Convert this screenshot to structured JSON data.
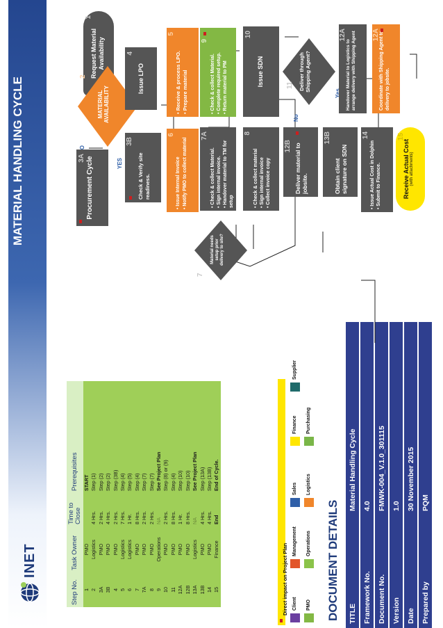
{
  "header": {
    "title": "MATERIAL HANDLING CYCLE"
  },
  "logo": {
    "text": "INET"
  },
  "table": {
    "headers": [
      "Step No.",
      "Task Owner",
      "Time to Close",
      "Prerequisites"
    ],
    "rows": [
      [
        "1",
        "PMO",
        "",
        "START"
      ],
      [
        "2",
        "Logistics",
        "4 Hrs.",
        "Step (1)"
      ],
      [
        "3A",
        "PMO",
        "2 Hrs.",
        "Step (2)"
      ],
      [
        "3B",
        "PMO",
        "4 Hrs.",
        "Step (2)"
      ],
      [
        "4",
        "PMO",
        "2 Hrs.",
        "Step (3B)"
      ],
      [
        "5",
        "Logistics",
        "7 Hrs.",
        "Step (4)"
      ],
      [
        "6",
        "Logistics",
        "1 Hr.",
        "Step (5)"
      ],
      [
        "7",
        "PMO",
        "8 Hrs.",
        "Step (4)"
      ],
      [
        "7A",
        "PMO",
        "2 Hrs.",
        "Step (7)"
      ],
      [
        "8",
        "PMO",
        "2 Hrs.",
        "Step (7)"
      ],
      [
        "9",
        "Operations",
        "NA",
        "See Project Plan"
      ],
      [
        "10",
        "PMO",
        "2 Hrs.",
        "Step (8) or (9)"
      ],
      [
        "11",
        "PMO",
        "8 Hrs.",
        "Step (4)"
      ],
      [
        "12A",
        "PMO",
        "1 Hr.",
        "Step (10)"
      ],
      [
        "12B",
        "PMO",
        "8 Hrs.",
        "Step (10)"
      ],
      [
        "13A",
        "Logistics",
        "NA",
        "See Project Plan"
      ],
      [
        "13B",
        "PMO",
        "4 Hrs.",
        "Step (13A)"
      ],
      [
        "14",
        "PMO",
        "4 Hrs.",
        "Step (13B)"
      ],
      [
        "15",
        "Finance",
        "End",
        "End of Cycle."
      ]
    ]
  },
  "legend": {
    "title": "Direct impact on Project Plan",
    "items": [
      {
        "label": "Client",
        "color": "#6b3fa0"
      },
      {
        "label": "PMO",
        "color": "#83b844"
      },
      {
        "label": "Management",
        "color": "#e2552a"
      },
      {
        "label": "Operations",
        "color": "#8bc34a"
      },
      {
        "label": "Sales",
        "color": "#2f5fa8"
      },
      {
        "label": "Logistics",
        "color": "#f0862b"
      },
      {
        "label": "Finance",
        "color": "#ffe600"
      },
      {
        "label": "Purchasing",
        "color": "#7ab648"
      },
      {
        "label": "Supplier",
        "color": "#1f6b6b"
      }
    ]
  },
  "document": {
    "title": "DOCUMENT DETAILS",
    "rows": [
      [
        "TITLE",
        "Material Handling Cycle"
      ],
      [
        "Framework No.",
        "4.0"
      ],
      [
        "Document No.",
        "FMWK-004_V.1.0_301115"
      ],
      [
        "Version",
        "1.0"
      ],
      [
        "Date",
        "30 November 2015"
      ],
      [
        "Prepared by",
        "PQM"
      ]
    ]
  },
  "flow": {
    "n1": {
      "num": "1",
      "text": "Request Material Availability"
    },
    "n2": {
      "num": "2",
      "text": "MATERIAL AVAILABILITY"
    },
    "yes": "YES",
    "no": "NO",
    "n3a": {
      "num": "3A",
      "text": "Procurement Cycle"
    },
    "n3b": {
      "num": "3B",
      "text": "Check & Verify site readiness."
    },
    "n4": {
      "num": "4",
      "text": "Issue LPO"
    },
    "n5": {
      "num": "5",
      "text1": "• Receive & process LPO.",
      "text2": "• Prepare material"
    },
    "n6": {
      "num": "6",
      "text1": "• Issue Internal Invoice",
      "text2": "• Notify PMO to collect material"
    },
    "n7": {
      "num": "7",
      "text": "Material needs setup prior delivery to site?"
    },
    "n7a": {
      "num": "7A",
      "text1": "• Check & collect Material.",
      "text2": "• Sign internal invoice.",
      "text3": "• Handover material to TM for setup"
    },
    "n8": {
      "num": "8",
      "text1": "• Check & collect material",
      "text2": "• Sign internal invoice",
      "text3": "• Collect invoice copy"
    },
    "n9": {
      "num": "9",
      "text1": "• Check & collect Material.",
      "text2": "• Complete required setup.",
      "text3": "• Return material to PM"
    },
    "n10": {
      "num": "10",
      "text": "Issue SDN"
    },
    "n11": {
      "num": "11",
      "text": "Deliver through Shipping Agent?"
    },
    "no2": "No",
    "yes2": "Yes",
    "n12a": {
      "num": "12A",
      "text": "Handover Material to Logistics to arrange delivery with Shipping Agent"
    },
    "n12a2": {
      "num": "12A",
      "text": "Coordinate with Shipping Agent to delivery to jobsite."
    },
    "n12b": {
      "num": "12B",
      "text": "Deliver material to jobsite."
    },
    "n13b": {
      "num": "13B",
      "text": "Obtain client signature on SDN"
    },
    "n14": {
      "num": "14",
      "text1": "• Issue Actual Cost in Dolphin",
      "text2": "• Submit to Finance."
    },
    "n15": {
      "num": "15",
      "text": "Receive Actual Cost",
      "sub": "(with attachments)"
    }
  }
}
